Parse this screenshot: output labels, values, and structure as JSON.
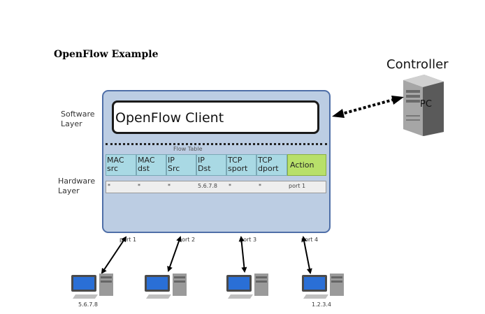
{
  "title": "OpenFlow Example",
  "controller": {
    "label": "Controller",
    "pc_label": "PC"
  },
  "layers": {
    "software": [
      "Software",
      "Layer"
    ],
    "hardware": [
      "Hardware",
      "Layer"
    ]
  },
  "client": {
    "label": "OpenFlow Client"
  },
  "flow_table": {
    "label": "Flow Table",
    "headers": [
      [
        "MAC",
        "src"
      ],
      [
        "MAC",
        "dst"
      ],
      [
        "IP",
        "Src"
      ],
      [
        "IP",
        "Dst"
      ],
      [
        "TCP",
        "sport"
      ],
      [
        "TCP",
        "dport"
      ],
      [
        "Action"
      ]
    ],
    "entry": [
      "*",
      "*",
      "*",
      "5.6.7.8",
      "*",
      "*",
      "port 1"
    ]
  },
  "ports": [
    "port 1",
    "port 2",
    "port 3",
    "port 4"
  ],
  "hosts": [
    "5.6.7.8",
    "",
    "",
    "1.2.3.4"
  ],
  "colors": {
    "switch_fill": "#bccde3",
    "switch_border": "#4f6fa8",
    "header_fill": "#a9d9e4",
    "action_fill": "#b8e06a"
  }
}
